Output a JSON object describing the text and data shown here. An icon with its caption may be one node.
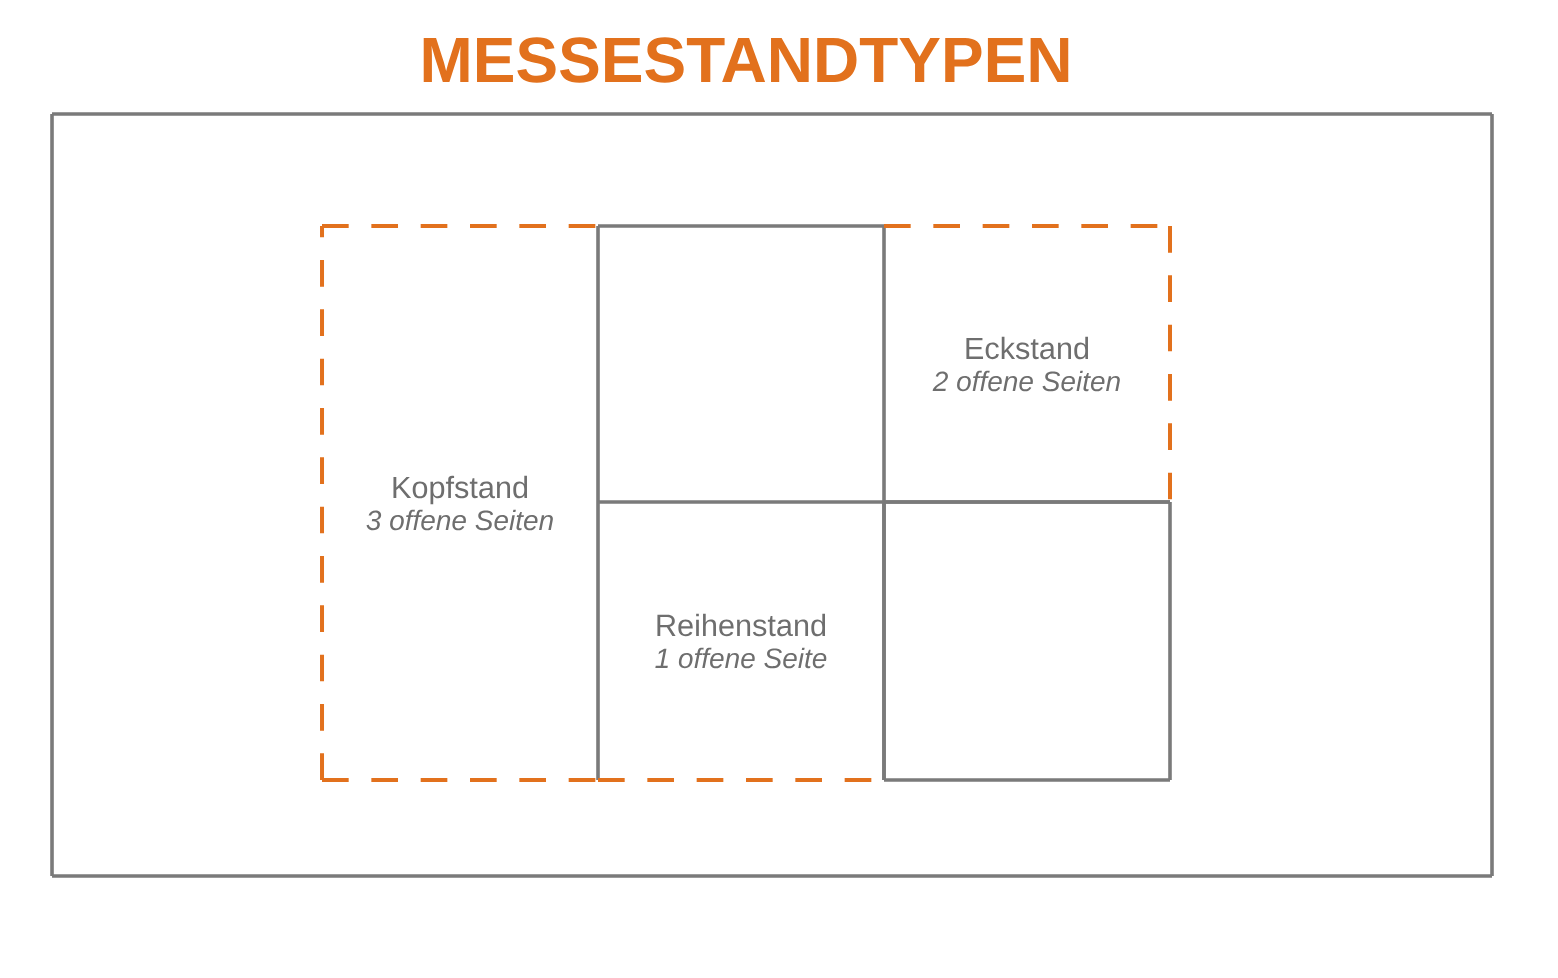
{
  "diagram": {
    "title": "MESSESTANDTYPEN",
    "nodes": [
      {
        "text": [],
        "shape": "box"
      },
      {
        "text": [
          "Kopfstand",
          "3 offene Seiten"
        ],
        "in": 0
      },
      {
        "text": [],
        "shape": "box",
        "in": 0
      },
      {
        "text": [
          "Eckstand",
          "2 offene Seiten"
        ],
        "in": 0
      },
      {
        "text": [
          "Reihenstand",
          "1 offene Seite"
        ],
        "in": 0
      },
      {
        "text": [],
        "shape": "box",
        "in": 0
      }
    ]
  }
}
